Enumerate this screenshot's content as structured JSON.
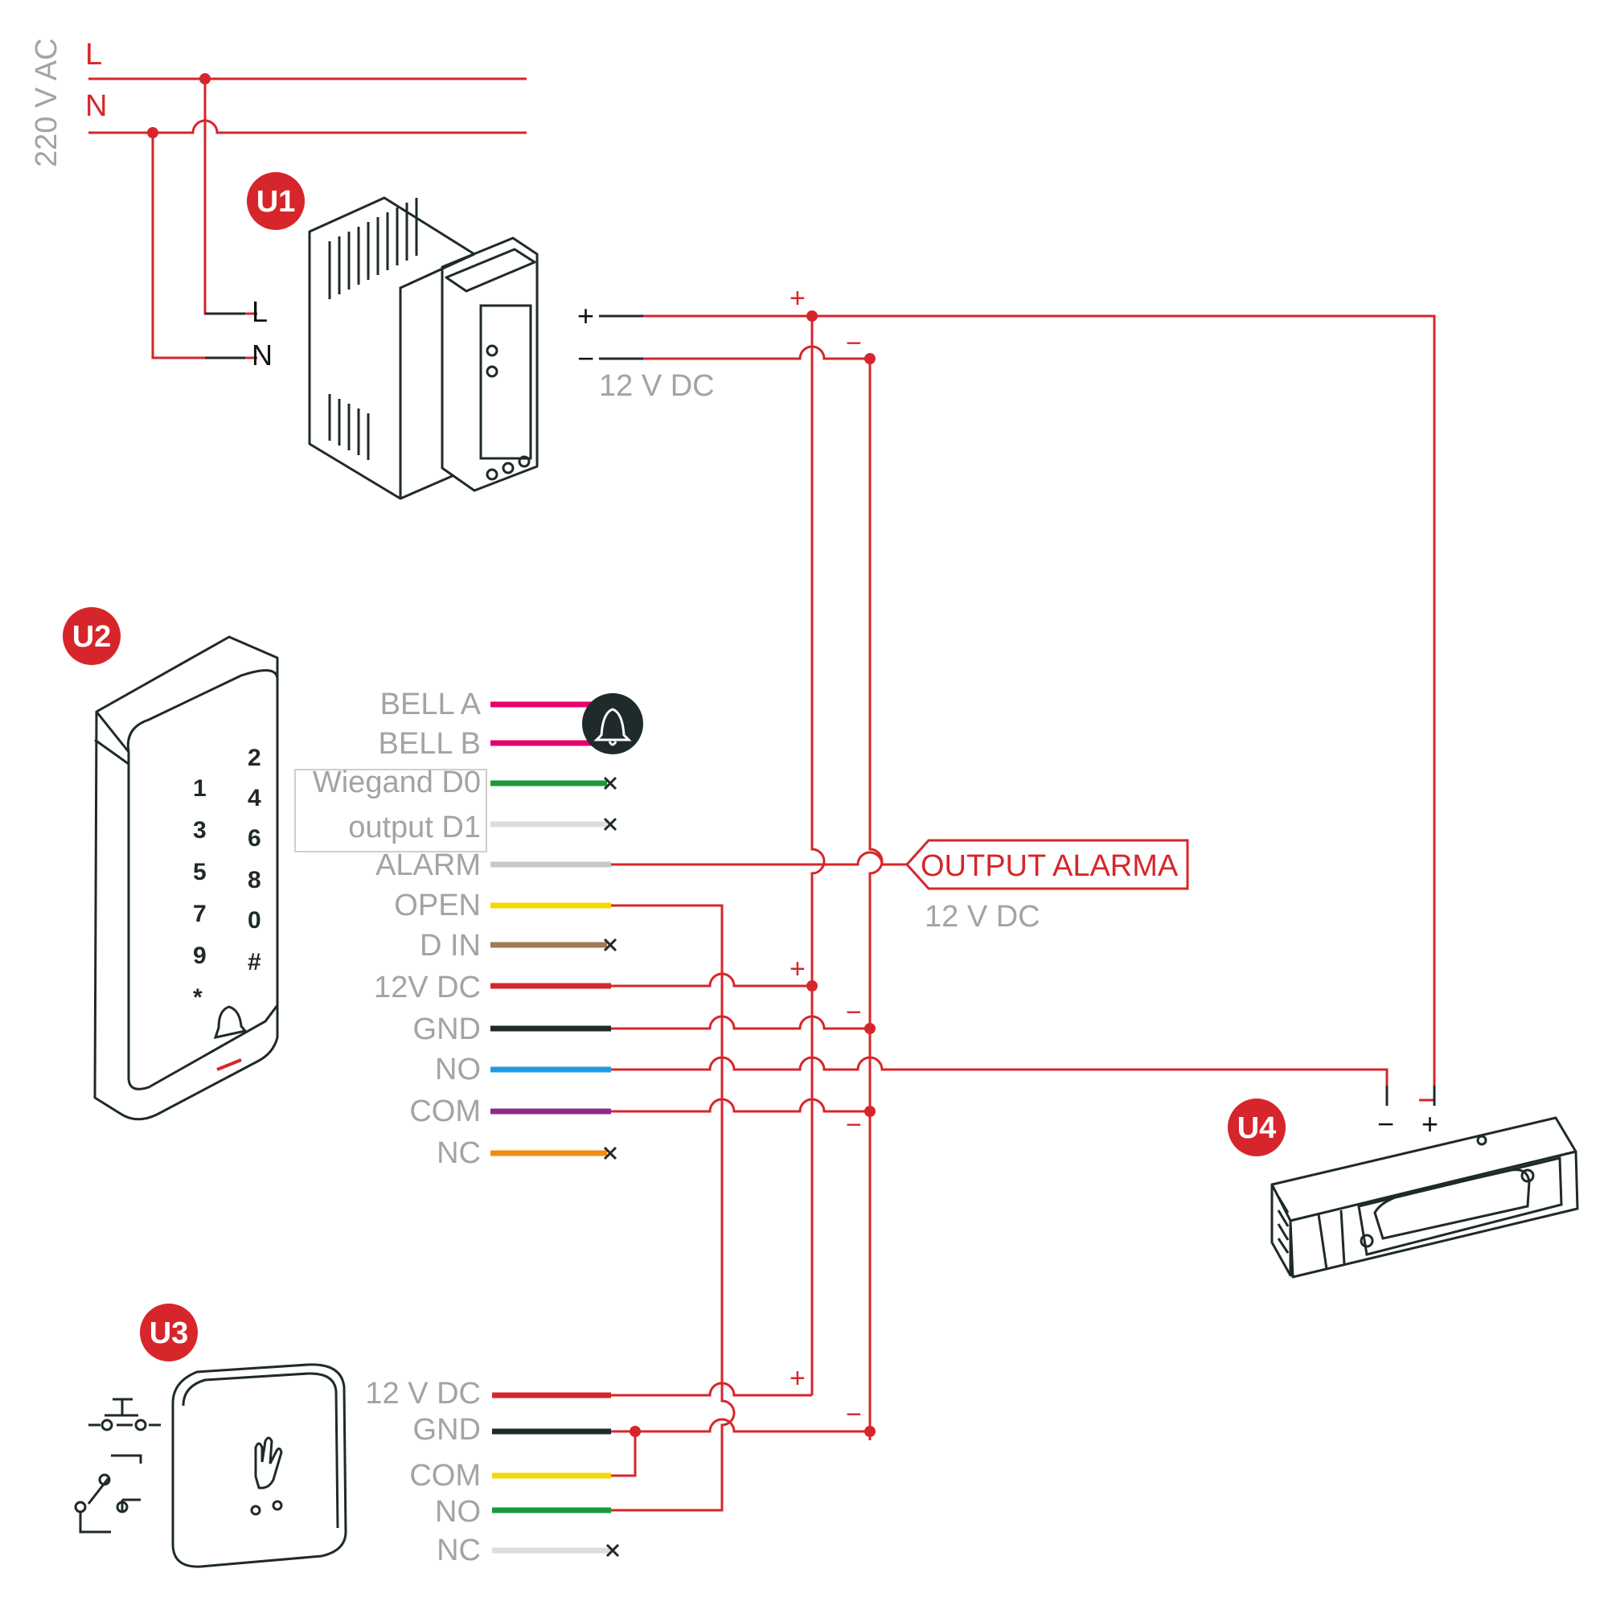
{
  "colors": {
    "accent_red": "#d6262b",
    "device_outline": "#1f2a2a",
    "label_gray": "#a3a3a3",
    "bell_a": "#e6006e",
    "bell_b": "#e6006e",
    "wiegand_d0": "#1a9a3a",
    "wiegand_d1": "#dddddd",
    "alarm": "#c8c8c8",
    "open": "#f5d800",
    "d_in": "#a27a55",
    "pwr_12v": "#d6262b",
    "gnd": "#1f2a2a",
    "no": "#1e9be0",
    "com": "#8e2a8e",
    "nc": "#f08c12",
    "u3_12v": "#d6262b",
    "u3_gnd": "#1f2a2a",
    "u3_com": "#f5d800",
    "u3_no": "#1a9a3a",
    "u3_nc": "#dddddd"
  },
  "mains": {
    "voltage_label": "220 V AC",
    "line_l": "L",
    "line_n": "N"
  },
  "u1": {
    "badge": "U1",
    "in_l": "L",
    "in_n": "N",
    "out_plus": "+",
    "out_minus": "−",
    "out_voltage": "12  V DC",
    "bus_plus": "+",
    "bus_minus": "−"
  },
  "u2": {
    "badge": "U2",
    "wires": {
      "bell_a": "BELL A",
      "bell_b": "BELL B",
      "wiegand_d0": "Wiegand D0",
      "output_d1": "output D1",
      "alarm": "ALARM",
      "open": "OPEN",
      "d_in": "D IN",
      "pwr_12v": "12V DC",
      "gnd": "GND",
      "no": "NO",
      "com": "COM",
      "nc": "NC"
    },
    "keypad": [
      "1",
      "2",
      "3",
      "4",
      "5",
      "6",
      "7",
      "8",
      "9",
      "0",
      "*",
      "#"
    ],
    "bell_icon": "bell-icon",
    "pwr_plus": "+",
    "gnd_minus": "−",
    "com_minus": "−"
  },
  "alarm_output": {
    "label": "OUTPUT ALARMA",
    "voltage": "12 V DC"
  },
  "u3": {
    "badge": "U3",
    "wires": {
      "pwr_12v": "12 V DC",
      "gnd": "GND",
      "com": "COM",
      "no": "NO",
      "nc": "NC"
    },
    "icon": "hand-icon",
    "pwr_plus": "+",
    "gnd_minus": "−"
  },
  "u4": {
    "badge": "U4",
    "minus": "−",
    "plus": "+"
  }
}
